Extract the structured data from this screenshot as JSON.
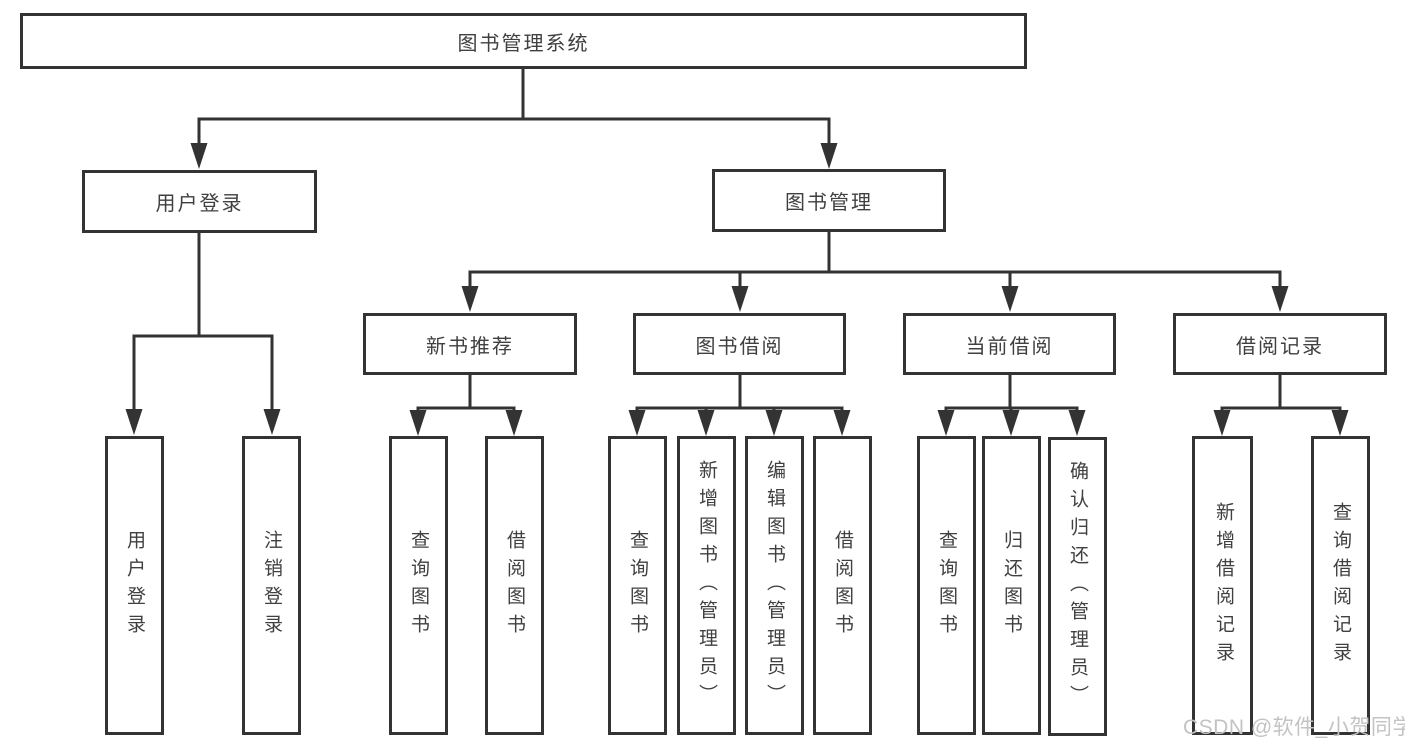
{
  "diagram": {
    "root": {
      "label": "图书管理系统"
    },
    "branches": [
      {
        "label": "用户登录",
        "children": [
          {
            "label": "用户登录"
          },
          {
            "label": "注销登录"
          }
        ]
      },
      {
        "label": "图书管理",
        "children": [
          {
            "label": "新书推荐",
            "children": [
              {
                "label": "查询图书"
              },
              {
                "label": "借阅图书"
              }
            ]
          },
          {
            "label": "图书借阅",
            "children": [
              {
                "label": "查询图书"
              },
              {
                "label": "新增图书（管理员）"
              },
              {
                "label": "编辑图书（管理员）"
              },
              {
                "label": "借阅图书"
              }
            ]
          },
          {
            "label": "当前借阅",
            "children": [
              {
                "label": "查询图书"
              },
              {
                "label": "归还图书"
              },
              {
                "label": "确认归还（管理员）"
              }
            ]
          },
          {
            "label": "借阅记录",
            "children": [
              {
                "label": "新增借阅记录"
              },
              {
                "label": "查询借阅记录"
              }
            ]
          }
        ]
      }
    ]
  },
  "colors": {
    "line": "#333333",
    "box_border": "#333333",
    "text": "#404040",
    "background": "#ffffff",
    "watermark": "#c3c3c3"
  },
  "watermark": {
    "text": "CSDN @软件_小贺同学"
  }
}
